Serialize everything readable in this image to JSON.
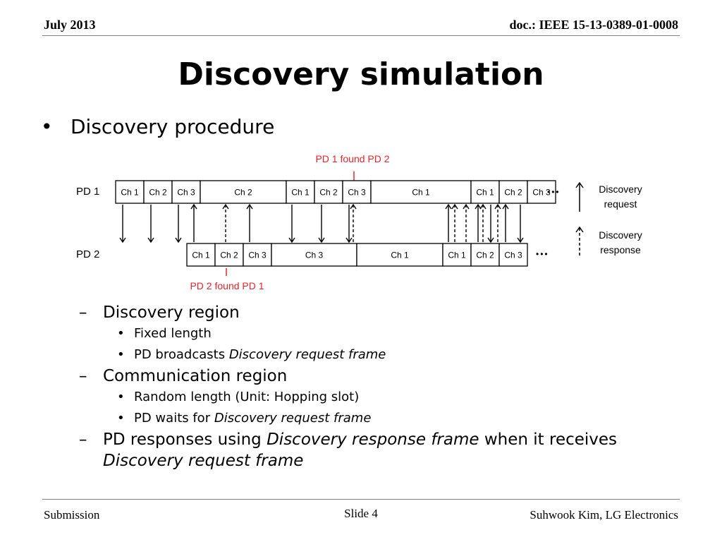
{
  "header": {
    "date": "July 2013",
    "doc": "doc.: IEEE 15-13-0389-01-0008"
  },
  "title": "Discovery simulation",
  "bullet": {
    "text": "Discovery procedure"
  },
  "diagram": {
    "found_top": "PD 1 found PD 2",
    "found_bottom": "PD 2 found PD 1",
    "pd1_label": "PD 1",
    "pd2_label": "PD 2",
    "pd1_slots": [
      "Ch 1",
      "Ch 2",
      "Ch 3",
      "Ch 2",
      "Ch 1",
      "Ch 2",
      "Ch 3",
      "Ch 1",
      "Ch 1",
      "Ch 2",
      "Ch 3"
    ],
    "pd2_slots": [
      "Ch 1",
      "Ch 2",
      "Ch 3",
      "Ch 3",
      "Ch 1",
      "Ch 1",
      "Ch 2",
      "Ch 3"
    ],
    "ellipsis": "•••",
    "legend_request": [
      "Discovery",
      "request"
    ],
    "legend_response": [
      "Discovery",
      "response"
    ],
    "highlight_color": "#e8242b"
  },
  "subs": {
    "s1": {
      "marker": "–",
      "text": "Discovery region"
    },
    "s1a": {
      "marker": "•",
      "text": "Fixed length"
    },
    "s1b": {
      "marker": "•",
      "text": "PD broadcasts ",
      "italic": "Discovery request frame"
    },
    "s2": {
      "marker": "–",
      "text": "Communication region"
    },
    "s2a": {
      "marker": "•",
      "text": "Random length (Unit: Hopping slot)"
    },
    "s2b": {
      "marker": "•",
      "text": "PD waits for ",
      "italic": "Discovery request frame"
    },
    "s3": {
      "marker": "–",
      "text1": "PD responses using ",
      "italic1": "Discovery response frame",
      "text2": " when it receives",
      "italic2": "Discovery request frame"
    }
  },
  "footer": {
    "left": "Submission",
    "center": "Slide 4",
    "right": "Suhwook Kim, LG Electronics"
  }
}
